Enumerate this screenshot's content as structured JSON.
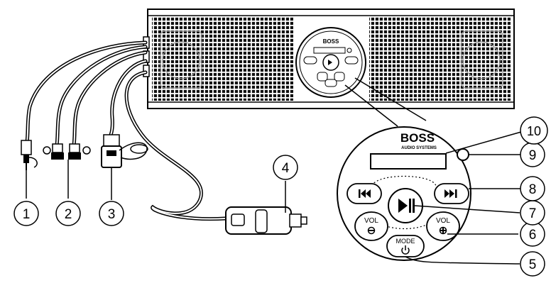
{
  "brand": {
    "logo_text": "BOSS",
    "subtitle": "AUDIO SYSTEMS"
  },
  "buttons": {
    "vol_down_label": "VOL",
    "vol_up_label": "VOL",
    "mode_label": "MODE"
  },
  "callouts": [
    "1",
    "2",
    "3",
    "4",
    "5",
    "6",
    "7",
    "8",
    "9",
    "10"
  ],
  "icons": {
    "prev": "previous-track-icon",
    "next": "next-track-icon",
    "play_pause": "play-pause-icon",
    "minus": "minus-icon",
    "plus": "plus-icon",
    "power": "power-icon",
    "ir": "ir-sensor-icon"
  }
}
